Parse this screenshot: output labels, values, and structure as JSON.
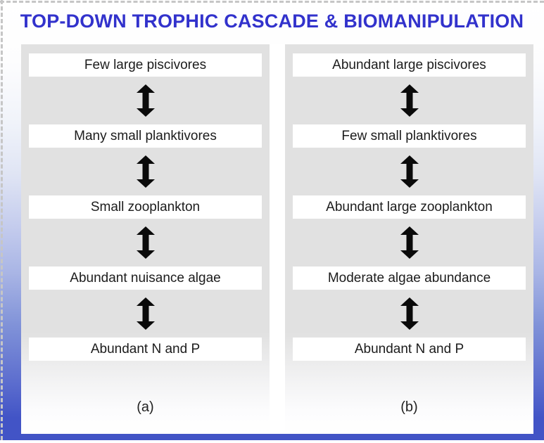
{
  "title": "TOP-DOWN TROPHIC CASCADE & BIOMANIPULATION",
  "colors": {
    "title_text": "#3232cc",
    "panel_bg": "#e1e1e1",
    "level_box_bg": "#ffffff",
    "arrow": "#0a0a0a",
    "gradient_top": "#ffffff",
    "gradient_bottom": "#4254c6",
    "dashed_border": "#c6c6c6"
  },
  "icons": {
    "arrow_icon": "double-headed-vertical-arrow"
  },
  "diagram": {
    "columns": [
      {
        "caption": "(a)",
        "levels": [
          "Few large piscivores",
          "Many small planktivores",
          "Small zooplankton",
          "Abundant nuisance algae",
          "Abundant N and P"
        ]
      },
      {
        "caption": "(b)",
        "levels": [
          "Abundant large piscivores",
          "Few small planktivores",
          "Abundant large zooplankton",
          "Moderate algae abundance",
          "Abundant N and P"
        ]
      }
    ]
  }
}
